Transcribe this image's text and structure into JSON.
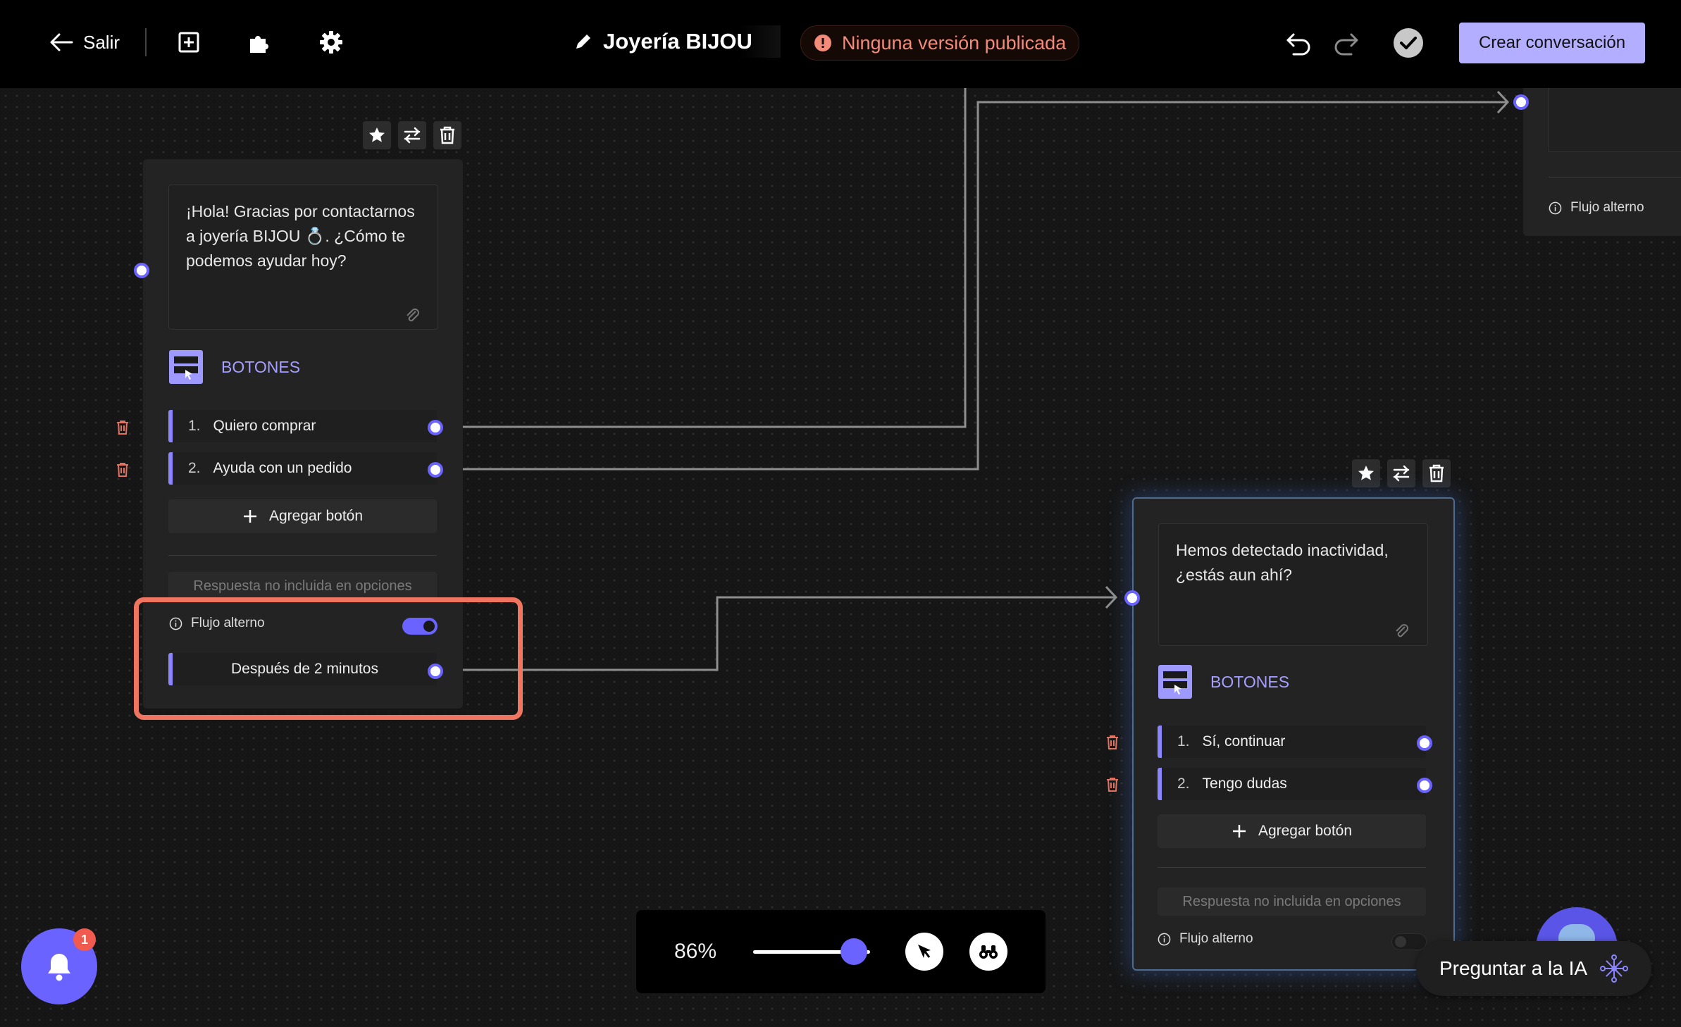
{
  "topbar": {
    "exit_label": "Salir",
    "flow_title": "Joyería BIJOU",
    "status_text": "Ninguna versión publicada",
    "create_button": "Crear conversación"
  },
  "node_main": {
    "message": "¡Hola! Gracias por contactarnos a joyería BIJOU 💍. ¿Cómo te podemos ayudar hoy?",
    "section_title": "BOTONES",
    "buttons": [
      {
        "num": "1.",
        "label": "Quiero comprar"
      },
      {
        "num": "2.",
        "label": "Ayuda con un pedido"
      }
    ],
    "add_button": "Agregar botón",
    "fallback": "Respuesta no incluida en opciones",
    "alt_flow_label": "Flujo alterno",
    "alt_flow_enabled": true,
    "alt_flow_option": "Después de 2 minutos"
  },
  "node_inactivity": {
    "message": "Hemos detectado inactividad, ¿estás aun ahí?",
    "section_title": "BOTONES",
    "buttons": [
      {
        "num": "1.",
        "label": "Sí, continuar"
      },
      {
        "num": "2.",
        "label": "Tengo dudas"
      }
    ],
    "add_button": "Agregar botón",
    "fallback": "Respuesta no incluida en opciones",
    "alt_flow_label": "Flujo alterno",
    "alt_flow_enabled": false
  },
  "node_topright": {
    "alt_flow_label": "Flujo alterno"
  },
  "zoom": {
    "level_text": "86%",
    "level": 0.86
  },
  "notifications": {
    "count": "1"
  },
  "ai_assistant": {
    "label": "Preguntar a la IA"
  },
  "colors": {
    "accent": "#6b63ff",
    "create_button_bg": "#b3aeff",
    "highlight": "#f07560",
    "status_text": "#f28b7a"
  }
}
